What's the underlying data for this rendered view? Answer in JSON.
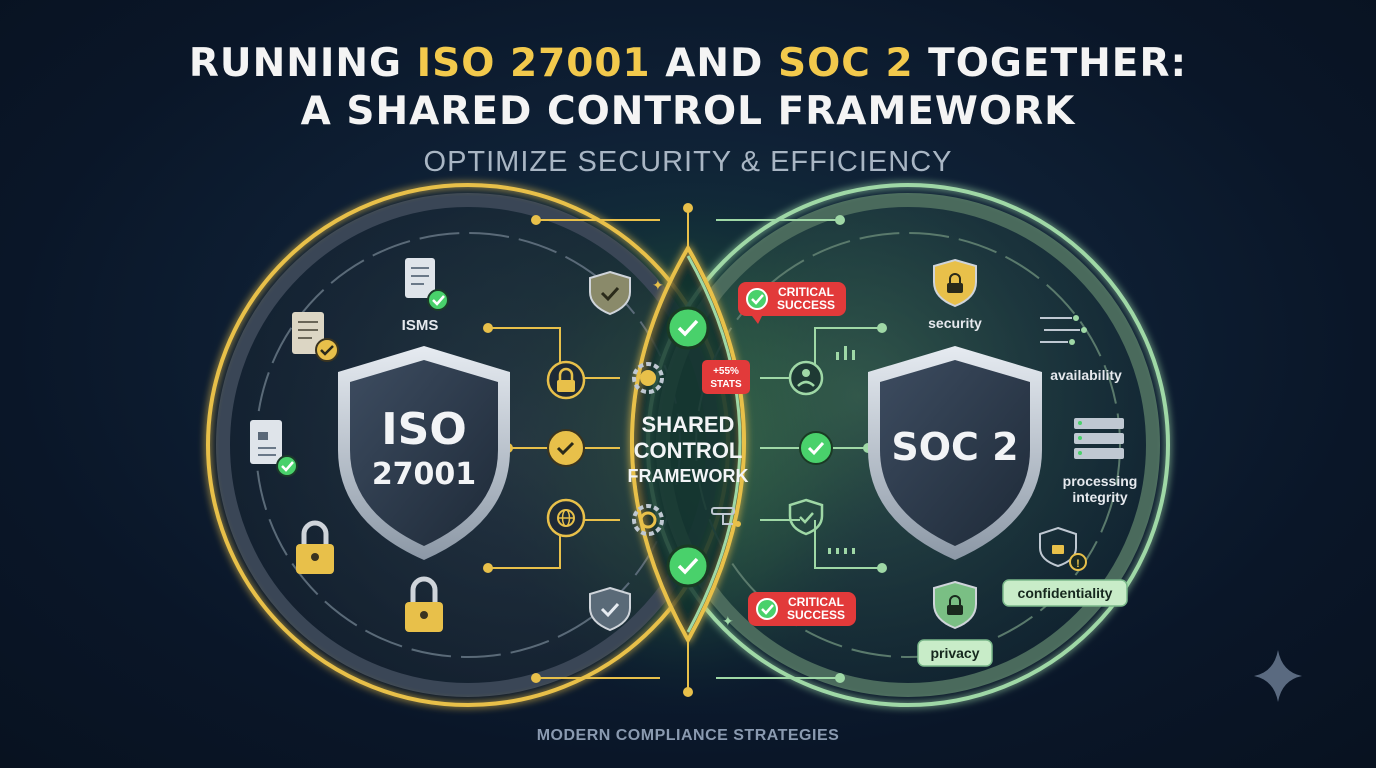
{
  "title": {
    "line1_pre": "RUNNING ",
    "line1_hl1": "ISO 27001",
    "line1_mid": " AND ",
    "line1_hl2": "SOC 2",
    "line1_post": " TOGETHER:",
    "line2": "A SHARED CONTROL FRAMEWORK"
  },
  "subtitle": "OPTIMIZE SECURITY & EFFICIENCY",
  "left_shield": {
    "line1": "ISO",
    "line2": "27001"
  },
  "left_labels": {
    "isms": "ISMS"
  },
  "center": {
    "line1": "SHARED",
    "line2": "CONTROL",
    "line3": "FRAMEWORK"
  },
  "badges": {
    "critical_top": [
      "CRITICAL",
      "SUCCESS"
    ],
    "critical_bottom": [
      "CRITICAL",
      "SUCCESS"
    ],
    "stats": [
      "+55%",
      "STATS"
    ]
  },
  "right_shield": {
    "text": "SOC 2"
  },
  "right_labels": {
    "security": "security",
    "availability": "availability",
    "processing_line1": "processing",
    "processing_line2": "integrity",
    "confidentiality": "confidentiality",
    "privacy": "privacy"
  },
  "footer": "MODERN COMPLIANCE STRATEGIES",
  "colors": {
    "gold": "#e8c04a",
    "green": "#9fd8a6",
    "check_green": "#49d16b",
    "badge_red": "#e23a3a",
    "shield_dark": "#2c3a4c"
  }
}
